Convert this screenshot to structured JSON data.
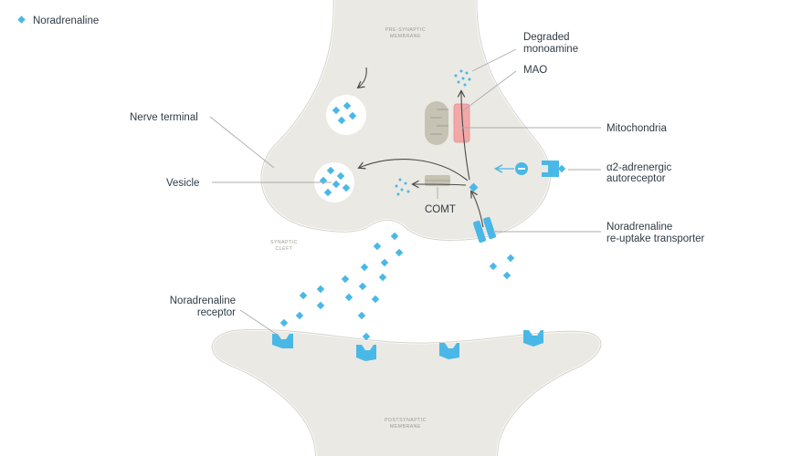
{
  "legend": {
    "label": "Noradrenaline"
  },
  "membranes": {
    "presynaptic": [
      "PRE-SYNAPTIC",
      "MEMBRANE"
    ],
    "postsynaptic": [
      "POSTSYNAPTIC",
      "MEMBRANE"
    ],
    "cleft": [
      "SYNAPTIC",
      "CLEFT"
    ]
  },
  "labels": {
    "degraded": [
      "Degraded",
      "monoamine"
    ],
    "mao": "MAO",
    "nerve_terminal": "Nerve terminal",
    "mitochondria": "Mitochondria",
    "vesicle": "Vesicle",
    "comt": "COMT",
    "autoreceptor": [
      "α2-adrenergic",
      "autoreceptor"
    ],
    "transporter": [
      "Noradrenaline",
      "re-uptake transporter"
    ],
    "receptor": [
      "Noradrenaline",
      "receptor"
    ]
  },
  "colors": {
    "noradrenaline": "#4ab8e6",
    "membrane_fill": "#ebe9e3",
    "mao": "#f2a8a8",
    "mitochondria": "#c6c2b4"
  }
}
